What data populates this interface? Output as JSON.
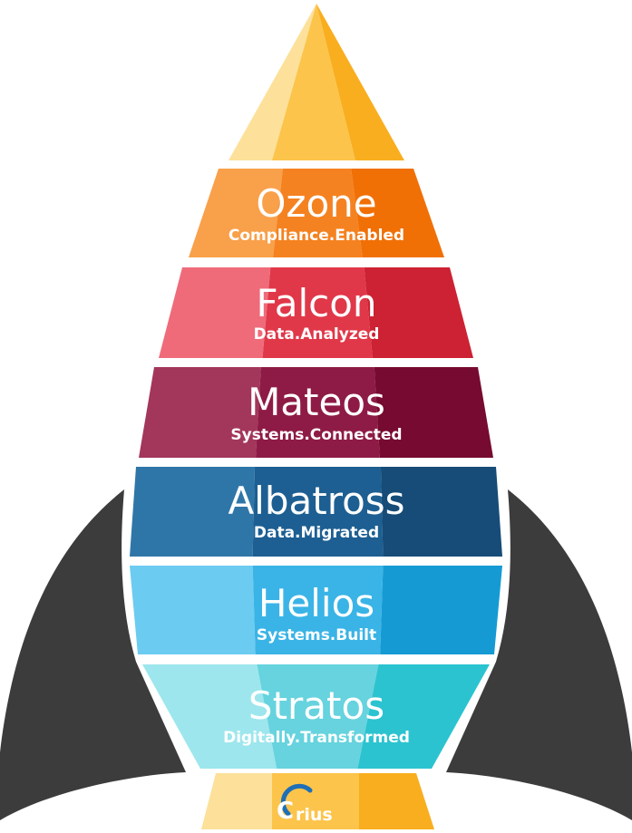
{
  "stages": [
    {
      "name": "Ozone",
      "tagline": "Compliance.Enabled",
      "colors": [
        "#f9a04a",
        "#f58220",
        "#f07006"
      ]
    },
    {
      "name": "Falcon",
      "tagline": "Data.Analyzed",
      "colors": [
        "#ef6b7a",
        "#e03849",
        "#cc2233"
      ]
    },
    {
      "name": "Mateos",
      "tagline": "Systems.Connected",
      "colors": [
        "#a3365b",
        "#8e1b45",
        "#760a30"
      ]
    },
    {
      "name": "Albatross",
      "tagline": "Data.Migrated",
      "colors": [
        "#2f76a8",
        "#1d5f92",
        "#164c77"
      ]
    },
    {
      "name": "Helios",
      "tagline": "Systems.Built",
      "colors": [
        "#6ccbf0",
        "#3ab4e6",
        "#159ad4"
      ]
    },
    {
      "name": "Stratos",
      "tagline": "Digitally.Transformed",
      "colors": [
        "#9de6ed",
        "#66d3de",
        "#2cc3d0"
      ]
    }
  ],
  "logo": {
    "text": "rius",
    "initial": "C"
  },
  "colors": {
    "nose": [
      "#fde19a",
      "#fcc44b",
      "#f9ae1f"
    ],
    "fins": "#3c3c3c",
    "logo_arc": "#1e6fb8"
  }
}
